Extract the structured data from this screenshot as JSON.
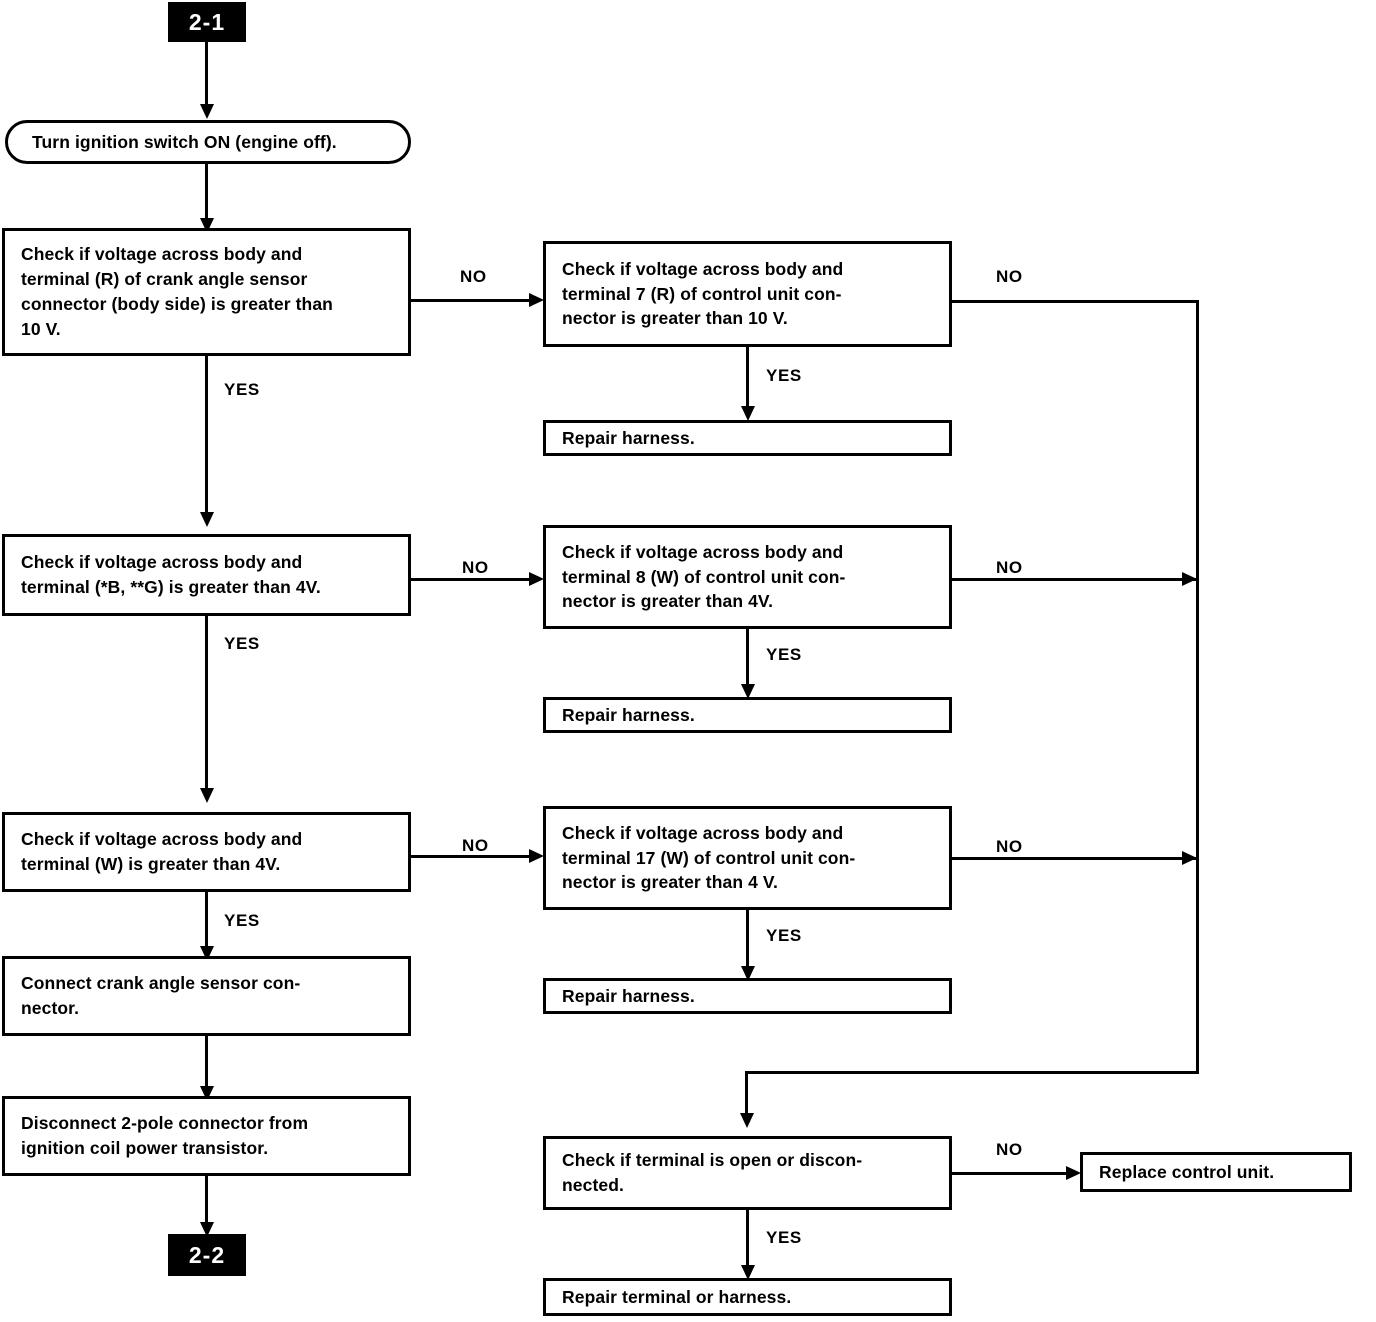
{
  "diagram": {
    "title": "Crank angle sensor / control unit voltage check flow",
    "type": "flowchart",
    "accent_color": "#000000",
    "background_color": "#ffffff"
  },
  "nodes": {
    "start_tag": {
      "label": "2-1"
    },
    "end_tag": {
      "label": "2-2"
    },
    "turn_ignition": {
      "line1": "Turn ignition switch ON (engine off)."
    },
    "check_sensor_r": {
      "line1": "Check if voltage across body and",
      "line2": "terminal (R) of crank angle sensor",
      "line3": "connector (body side) is greater than",
      "line4": "10 V."
    },
    "check_cu_7r": {
      "line1": "Check if voltage across body and",
      "line2": "terminal 7 (R) of control unit con-",
      "line3": "nector is greater than 10 V."
    },
    "repair_harness_1": {
      "line1": "Repair harness."
    },
    "check_term_bg": {
      "line1": "Check if voltage across body and",
      "line2": "terminal (*B, **G) is greater than 4V."
    },
    "check_cu_8w": {
      "line1": "Check if voltage across body and",
      "line2": "terminal 8 (W) of control unit con-",
      "line3": "nector is greater than 4V."
    },
    "repair_harness_2": {
      "line1": "Repair harness."
    },
    "check_term_w": {
      "line1": "Check if voltage across body and",
      "line2": "terminal (W) is greater than 4V."
    },
    "check_cu_17w": {
      "line1": "Check if voltage across body and",
      "line2": "terminal 17 (W) of control unit con-",
      "line3": "nector is greater than 4 V."
    },
    "repair_harness_3": {
      "line1": "Repair harness."
    },
    "connect_sensor": {
      "line1": "Connect crank angle sensor con-",
      "line2": "nector."
    },
    "disconnect_2pole": {
      "line1": "Disconnect 2-pole connector from",
      "line2": "ignition coil power transistor."
    },
    "check_terminal_open": {
      "line1": "Check if terminal is open or discon-",
      "line2": "nected."
    },
    "replace_control_unit": {
      "line1": "Replace control unit."
    },
    "repair_terminal": {
      "line1": "Repair terminal or harness."
    }
  },
  "edge_labels": {
    "no_1": "NO",
    "no_2": "NO",
    "no_3": "NO",
    "no_4": "NO",
    "no_5": "NO",
    "no_6": "NO",
    "no_7": "NO",
    "yes_1": "YES",
    "yes_2": "YES",
    "yes_3": "YES",
    "yes_4": "YES",
    "yes_5": "YES",
    "yes_6": "YES",
    "yes_7": "YES"
  }
}
